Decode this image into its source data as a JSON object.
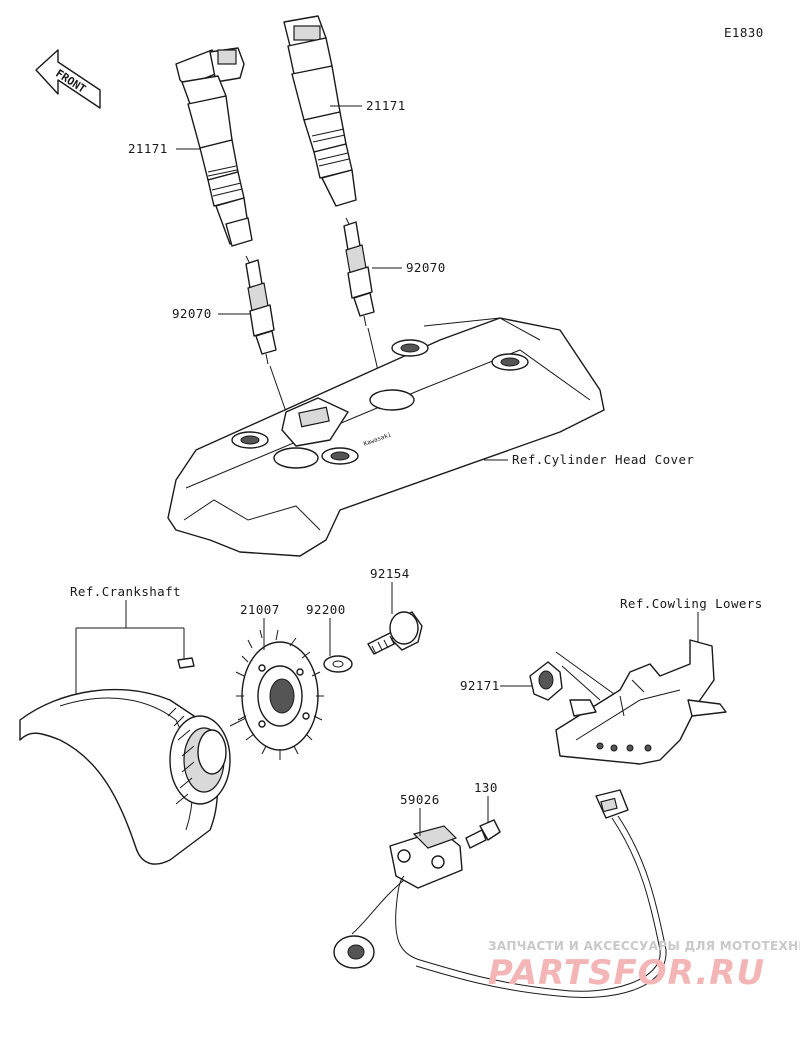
{
  "diagram_code": "E1830",
  "front_label": "FRONT",
  "labels": {
    "coil_left": "21171",
    "coil_right": "21171",
    "plug_left": "92070",
    "plug_right": "92070",
    "ref_head_cover": "Ref.Cylinder Head Cover",
    "ref_crankshaft": "Ref.Crankshaft",
    "rotor": "21007",
    "washer": "92200",
    "bolt": "92154",
    "ref_cowling": "Ref.Cowling Lowers",
    "clamp": "92171",
    "sensor": "59026",
    "sensor_bolt": "130"
  },
  "watermark": {
    "tagline": "ЗАПЧАСТИ И АКСЕССУАРЫ ДЛЯ МОТОТЕХНИКИ",
    "brand": "PARTSFOR.RU"
  }
}
